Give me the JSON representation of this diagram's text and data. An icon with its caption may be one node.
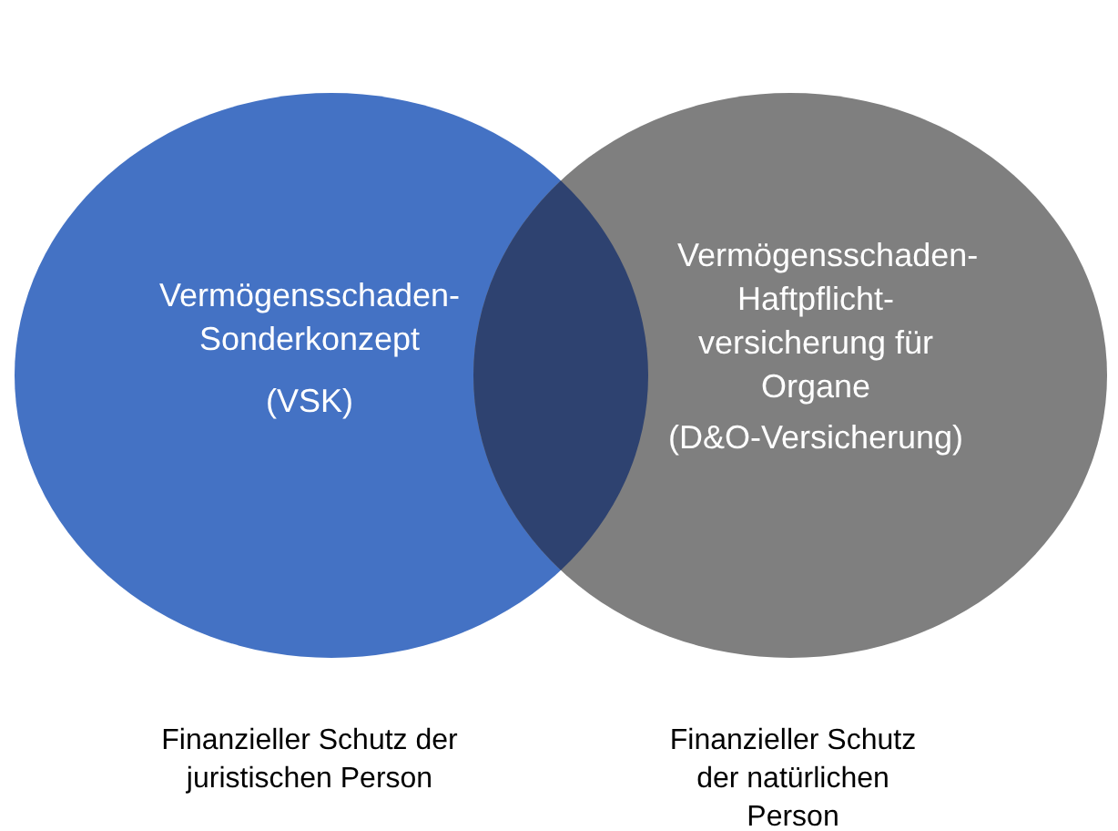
{
  "diagram": {
    "nodes": [
      {
        "text": [
          "Vermögensschaden-Sonderkonzept",
          "(VSK)"
        ],
        "beside": [
          "Finanzieller Schutz der juristischen Person"
        ]
      },
      {
        "text": [
          "Vermögensschaden-Haftpflicht-versicherung für Organe",
          "(D&O-Versicherung)"
        ],
        "beside": [
          "Finanzieller Schutz der natürlichen Person"
        ]
      }
    ],
    "edges": []
  }
}
